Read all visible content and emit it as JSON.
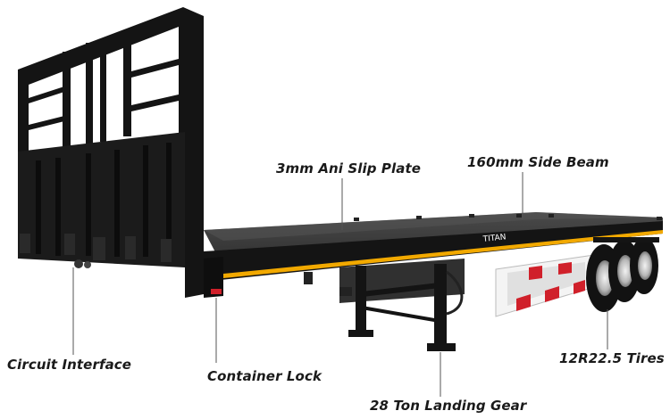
{
  "callouts": {
    "slip_plate": "3mm Ani Slip Plate",
    "side_beam": "160mm Side Beam",
    "circuit": "Circuit Interface",
    "lock": "Container Lock",
    "landing_gear": "28 Ton Landing Gear",
    "tires": "12R22.5 Tires"
  },
  "trailer_marking": "TITAN",
  "colors": {
    "frame": "#141414",
    "deck": "#3a3a3a",
    "stripe": "#f2a900",
    "reflector_red": "#d0202a",
    "reflector_white": "#f4f4f4",
    "label_text": "#1a1a1a"
  }
}
